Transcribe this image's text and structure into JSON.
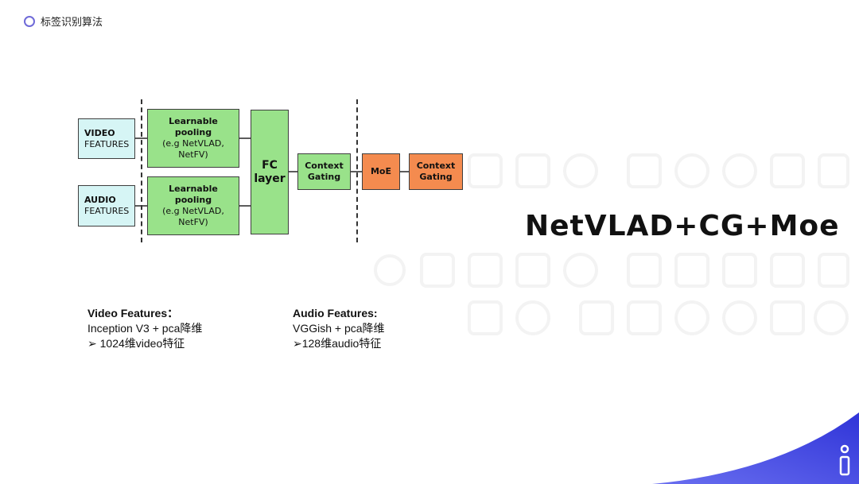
{
  "header": {
    "title": "标签识别算法"
  },
  "diagram": {
    "video_input": {
      "line1": "VIDEO",
      "line2": "FEATURES"
    },
    "audio_input": {
      "line1": "AUDIO",
      "line2": "FEATURES"
    },
    "pooling_video": {
      "line1": "Learnable",
      "line2": "pooling",
      "line3": "(e.g NetVLAD,",
      "line4": "NetFV)"
    },
    "pooling_audio": {
      "line1": "Learnable",
      "line2": "pooling",
      "line3": "(e.g NetVLAD,",
      "line4": "NetFV)"
    },
    "fc": {
      "line1": "FC",
      "line2": "layer"
    },
    "context_gating_1": {
      "line1": "Context",
      "line2": "Gating"
    },
    "moe": {
      "label": "MoE"
    },
    "context_gating_2": {
      "line1": "Context",
      "line2": "Gating"
    },
    "colors": {
      "input": "#d6f5f5",
      "green": "#99e28a",
      "orange": "#f48b4f"
    }
  },
  "main_title": "NetVLAD+CG+Moe",
  "video_features": {
    "title": "Video Features：",
    "line1": "Inception V3 + pca降维",
    "line2": "➢ 1024维video特征"
  },
  "audio_features": {
    "title": "Audio Features:",
    "line1": "VGGish + pca降维",
    "line2": "➢128维audio特征"
  },
  "accent_color": "#3d3fe0"
}
